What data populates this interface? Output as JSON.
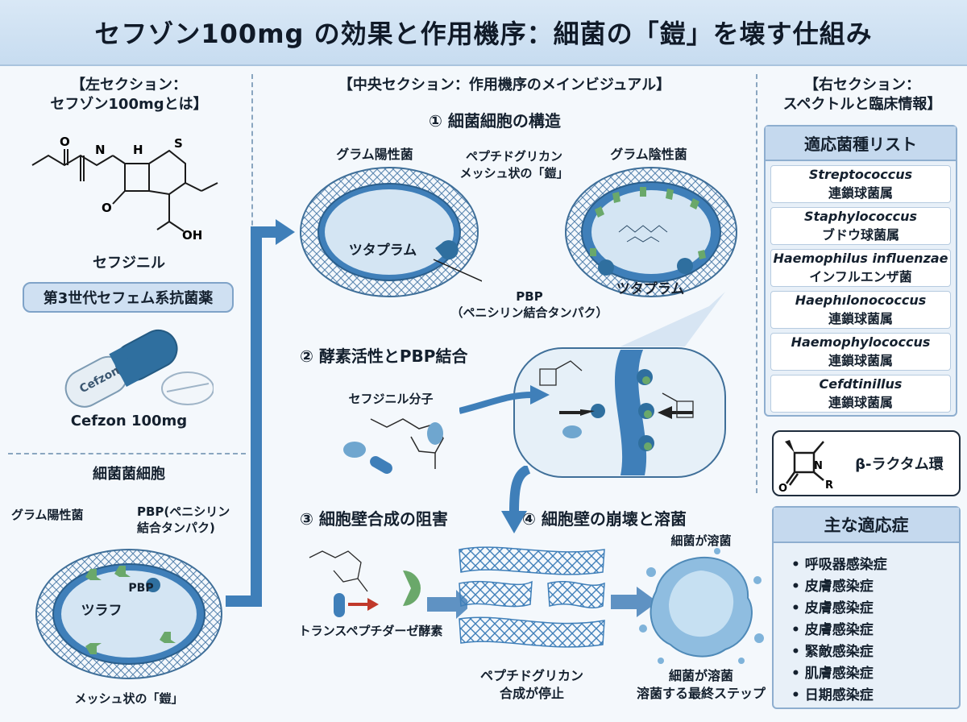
{
  "title": "セフゾン100mg の効果と作用機序：細菌の「鎧」を壊す仕組み",
  "left": {
    "header": "【左セクション：\nセフゾン100mgとは】",
    "compound_name": "セフジニル",
    "generation_label": "第3世代セフェム系抗菌薬",
    "capsule_text": "Cefzon",
    "product_name": "Cefzon 100mg",
    "cell_header": "細菌菌細胞",
    "gram_positive": "グラム陽性菌",
    "pbp_note": "PBP(ペニシリン\n結合タンパク)",
    "pbp_short": "PBP",
    "cell_inner": "ツラフ",
    "mesh_label": "メッシュ状の「鎧」",
    "structure_labels": [
      "O",
      "N",
      "H",
      "S",
      "OH"
    ]
  },
  "center": {
    "header": "【中央セクション：作用機序のメインビジュアル】",
    "step1": "① 細菌細胞の構造",
    "gram_positive": "グラム陽性菌",
    "gram_negative": "グラム陰性菌",
    "peptidoglycan_note": "ペプチドグリカン\nメッシュ状の「鎧」",
    "cytoplasm": "ツタプラム",
    "cytoplasm_neg": "ツタプラム",
    "pbp_label": "PBP\n（ペニシリン結合タンパク）",
    "step2": "② 酵素活性とPBP結合",
    "molecule_label": "セフジニル分子",
    "step3": "③ 細胞壁合成の阻害",
    "enzyme_label": "トランスペプチダーゼ酵素",
    "step4": "④ 細胞壁の崩壊と溶菌",
    "synthesis_stop": "ペプチドグリカン\n合成が停止",
    "lysis_top": "細菌が溶菌",
    "lysis_bottom": "細菌が溶菌\n溶菌する最終ステップ"
  },
  "right": {
    "header": "【右セクション：\nスペクトルと臨床情報】",
    "species_title": "適応菌種リスト",
    "species": [
      {
        "name": "Streptococcus",
        "jp": "連鎖球菌属"
      },
      {
        "name": "Staphylococcus",
        "jp": "ブドウ球菌属"
      },
      {
        "name": "Haemophilus influenzae",
        "jp": "インフルエンザ菌"
      },
      {
        "name": "Haephılonococcus",
        "jp": "連鎖球菌属"
      },
      {
        "name": "Haemophylococcus",
        "jp": "連鎖球菌属"
      },
      {
        "name": "Cefdtinillus",
        "jp": "連鎖球菌属"
      }
    ],
    "beta_lactam": "β-ラクタム環",
    "beta_atoms": [
      "O",
      "N",
      "R"
    ],
    "indications_title": "主な適応症",
    "indications": [
      "呼吸器感染症",
      "皮膚感染症",
      "皮膚感染症",
      "皮膚感染症",
      "緊敵感染症",
      "肌膚感染症",
      "日期感染症"
    ]
  },
  "colors": {
    "accent": "#3f7fb9",
    "mesh": "#5a86b0",
    "pbp": "#2f6f9f",
    "green": "#6aa86a",
    "panel": "#e8f0f8",
    "arrow_red": "#c0392b"
  }
}
